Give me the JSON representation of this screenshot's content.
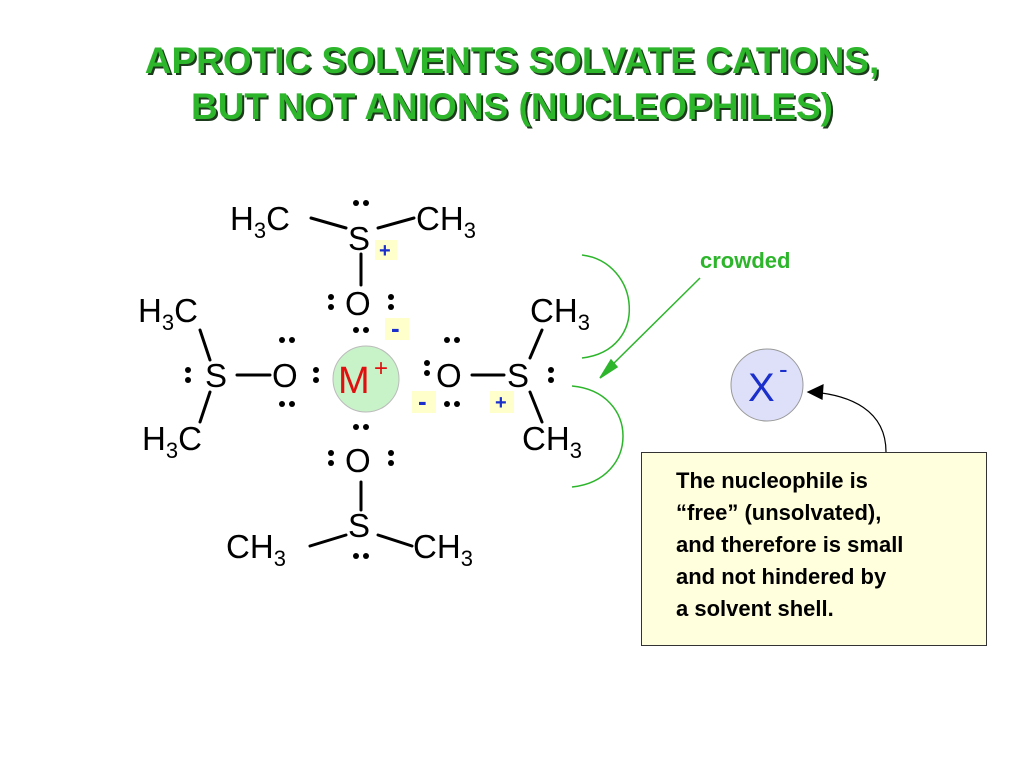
{
  "title": {
    "line1": "APROTIC SOLVENTS SOLVATE CATIONS,",
    "line2": "BUT NOT ANIONS (NUCLEOPHILES)"
  },
  "labels": {
    "crowded": "crowded",
    "metal": "M",
    "metal_charge": "+",
    "anion": "X",
    "anion_charge": "-",
    "plus": "+",
    "minus": "-"
  },
  "atoms": {
    "S": "S",
    "O": "O",
    "C": "C",
    "H": "H",
    "subscript_3": "3"
  },
  "note": {
    "lines": [
      "The nucleophile is",
      "“free” (unsolvated),",
      "and therefore is small",
      "and not hindered by",
      "a solvent shell."
    ]
  },
  "colors": {
    "title": "#2db52b",
    "title_shadow": "#1d3a1d",
    "metal_fill": "#c8f2c8",
    "metal_text": "#e01010",
    "anion_fill": "#dde0f8",
    "charge_text": "#1a2fcc",
    "charge_box": "#ffffcc",
    "arc": "#2db52b",
    "note_bg": "#ffffdd"
  }
}
